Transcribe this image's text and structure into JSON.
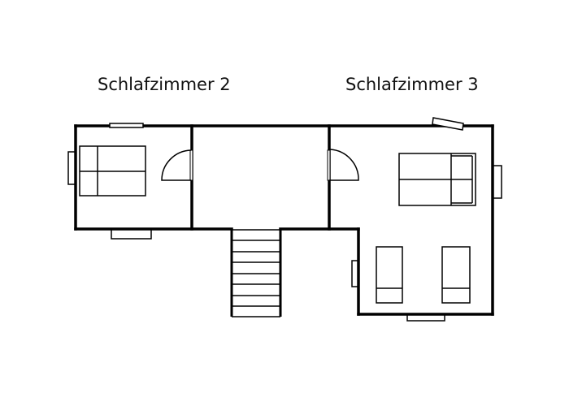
{
  "floorplan": {
    "rooms": [
      {
        "id": "bedroom2",
        "label": "Schlafzimmer 2"
      },
      {
        "id": "hallway",
        "label": ""
      },
      {
        "id": "bedroom3",
        "label": "Schlafzimmer 3"
      }
    ],
    "furniture": {
      "bedroom2": [
        "double-bed"
      ],
      "bedroom3": [
        "double-bed",
        "single-bed",
        "single-bed"
      ]
    },
    "stairs_steps": 8,
    "colors": {
      "wall": "#000000",
      "background": "#ffffff"
    }
  }
}
